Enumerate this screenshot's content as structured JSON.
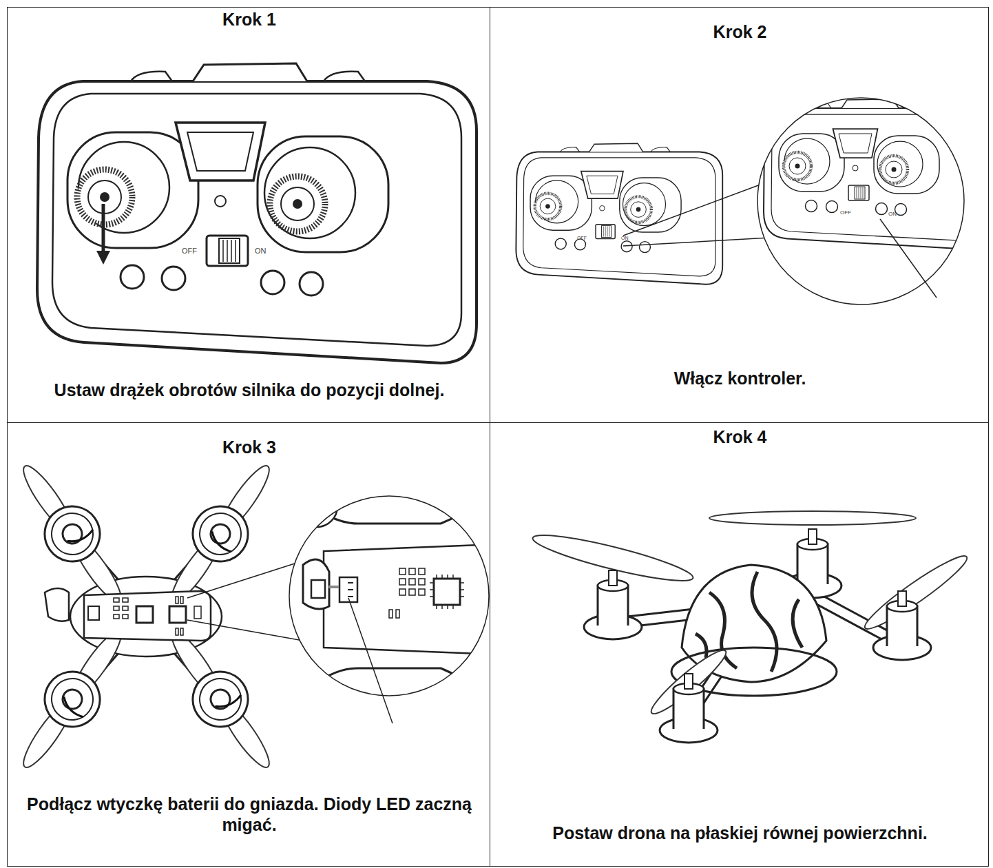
{
  "diagram": {
    "nodes": [
      {
        "text": [
          "Krok 1",
          "Ustaw drążek obrotów silnika do pozycji dolnej."
        ]
      },
      {
        "text": [
          "Krok 2",
          "Włącz kontroler."
        ]
      },
      {
        "text": [
          "Krok 3",
          "Podłącz wtyczkę baterii do gniazda. Diody LED zaczną migać."
        ]
      },
      {
        "text": [
          "Krok 4",
          "Postaw drona na płaskiej równej powierzchni."
        ]
      }
    ],
    "labels": [
      "OFF",
      "ON",
      "OFF",
      "ON",
      "OFF",
      "ON"
    ]
  }
}
